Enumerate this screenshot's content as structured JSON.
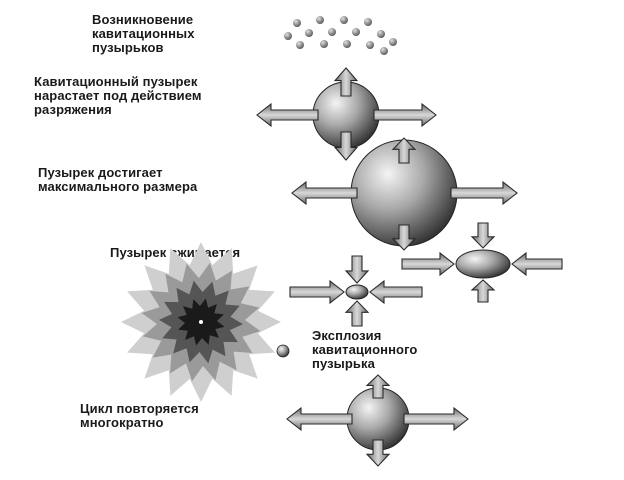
{
  "stages": {
    "formation": "Возникновение\nкавитационных\nпузырьков",
    "growth": "Кавитационный пузырек\nнарастает под действием\nразряжения",
    "max_size": "Пузырек достигает\nмаксимального размера",
    "compression": "Пузырек сжимается",
    "explosion": "Эксплозия\nкавитационного\nпузырька",
    "repeat": "Цикл повторяется\nмногократно"
  }
}
